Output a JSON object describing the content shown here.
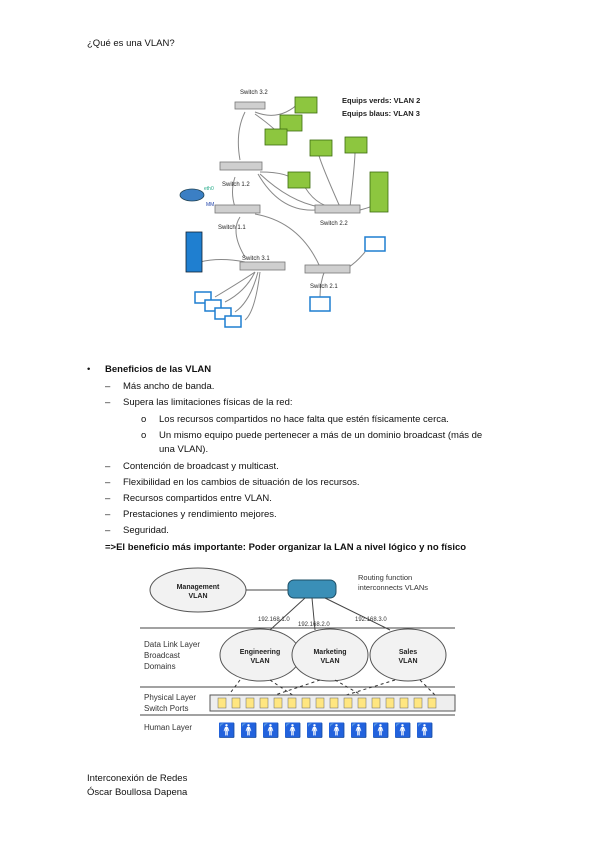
{
  "header": {
    "title": "¿Qué es una VLAN?"
  },
  "figure1": {
    "switches": [
      "Switch 3.2",
      "Switch 1.2",
      "Switch 1.1",
      "Switch 3.1",
      "Switch 2.2",
      "Switch 2.1"
    ],
    "legend_green": "Equips verds: VLAN 2",
    "legend_blue": "Equips blaus: VLAN 3",
    "router_labels": [
      "eth0",
      "MM"
    ]
  },
  "benefits": {
    "heading": "Beneficios de las VLAN",
    "items": [
      "Más ancho de banda.",
      "Supera las limitaciones físicas de la red:",
      "Contención de broadcast y multicast.",
      "Flexibilidad en los cambios de situación de los recursos.",
      "Recursos compartidos entre VLAN.",
      "Prestaciones y rendimiento mejores.",
      "Seguridad."
    ],
    "subitems": [
      "Los recursos compartidos no hace falta que estén físicamente cerca.",
      "Un mismo equipo puede pertenecer a más de un dominio broadcast (más de",
      "una VLAN)."
    ],
    "conclusion": "=>El beneficio más importante: Poder organizar la LAN a nivel lógico y no físico"
  },
  "figure2": {
    "mgmt": [
      "Management",
      "VLAN"
    ],
    "routing": [
      "Routing function",
      "interconnects VLANs"
    ],
    "ips": [
      "192.168.1.0",
      "192.168.2.0",
      "192.168.3.0"
    ],
    "layers": [
      "Data Link Layer",
      "Broadcast",
      "Domains",
      "Physical Layer",
      "Switch Ports",
      "Human Layer"
    ],
    "vlans": [
      [
        "Engineering",
        "VLAN"
      ],
      [
        "Marketing",
        "VLAN"
      ],
      [
        "Sales",
        "VLAN"
      ]
    ]
  },
  "footer": {
    "line1": "Interconexión de Redes",
    "line2": "Óscar Boullosa Dapena"
  },
  "colors": {
    "green_pc": "#8dc63f",
    "blue_pc": "#1f7fd0",
    "cloud": "#f2f2f2"
  }
}
